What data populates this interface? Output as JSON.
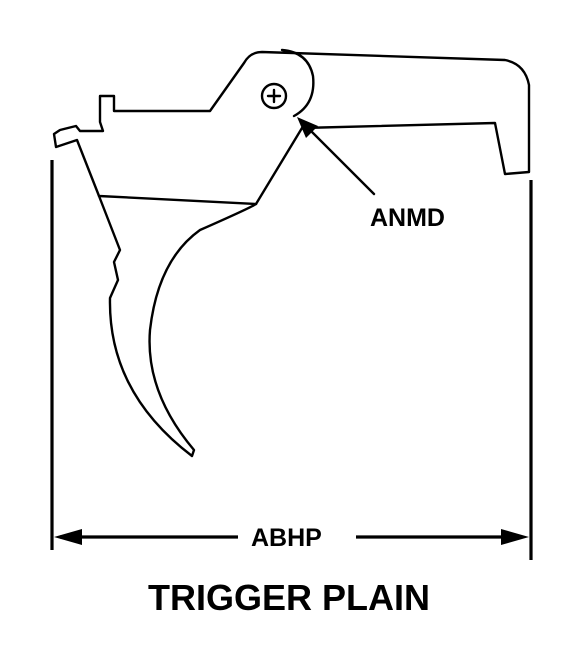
{
  "diagram": {
    "title": "TRIGGER PLAIN",
    "callouts": {
      "pivot_label": "ANMD",
      "width_label": "ABHP"
    }
  }
}
